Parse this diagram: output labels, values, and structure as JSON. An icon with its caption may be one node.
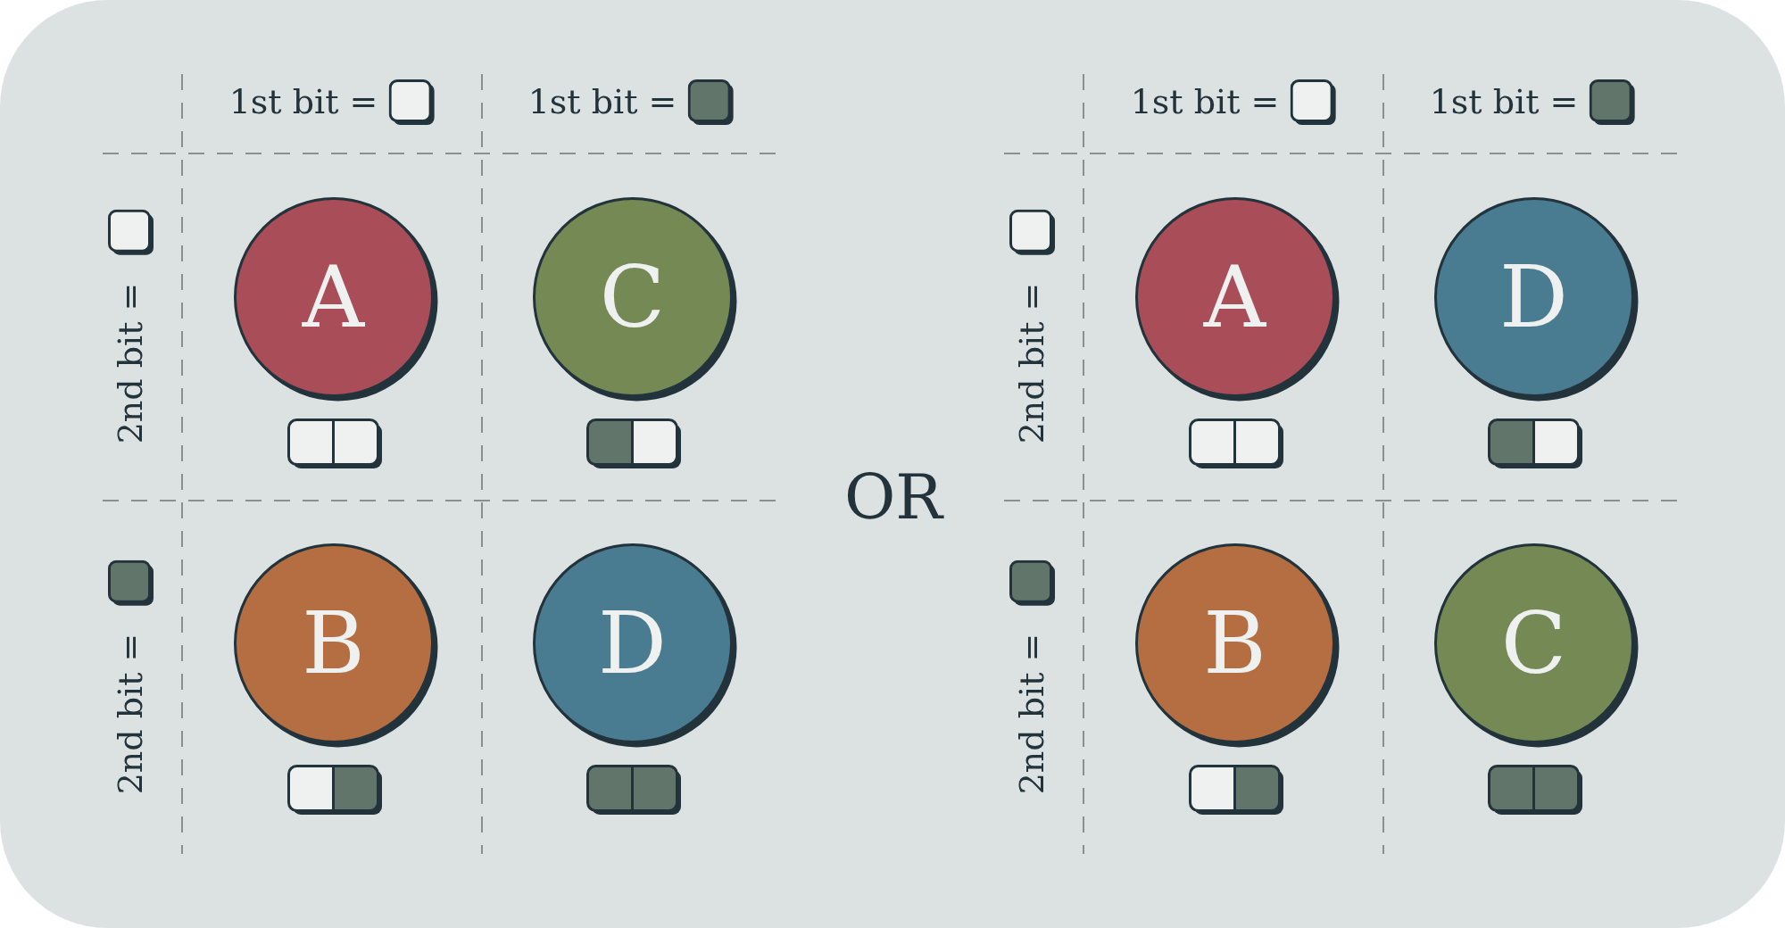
{
  "diagram": {
    "nodes": [
      {
        "text": [
          "A"
        ]
      },
      {
        "text": [
          "C"
        ]
      },
      {
        "text": [
          "B"
        ]
      },
      {
        "text": [
          "D"
        ]
      },
      {
        "text": [
          "A"
        ]
      },
      {
        "text": [
          "D"
        ]
      },
      {
        "text": [
          "B"
        ]
      },
      {
        "text": [
          "C"
        ]
      }
    ],
    "labels": [
      "1st bit =",
      "1st bit =",
      "2nd bit =",
      "2nd bit =",
      "OR",
      "1st bit =",
      "1st bit =",
      "2nd bit =",
      "2nd bit ="
    ]
  }
}
